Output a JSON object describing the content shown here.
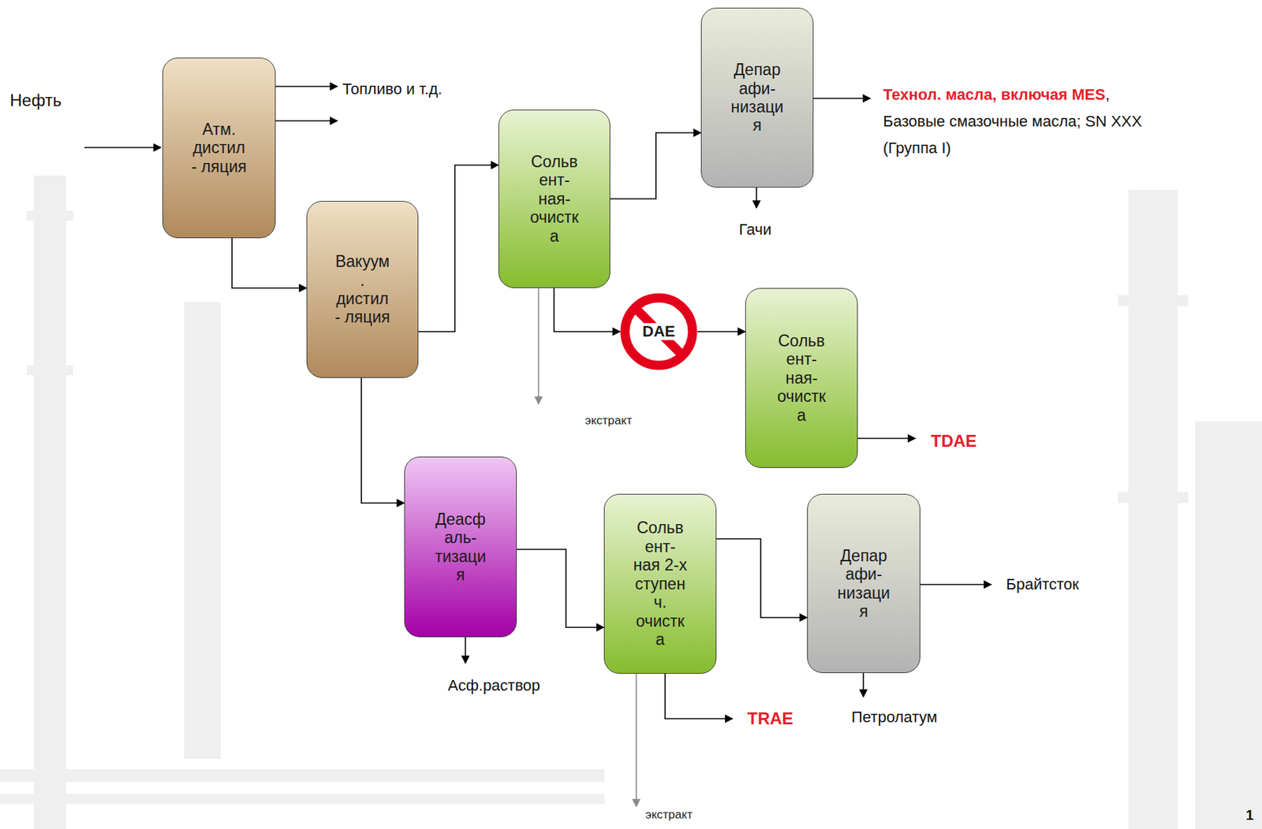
{
  "diagram": {
    "nodes": [
      {
        "text": [
          "Атм. дистил - ляция"
        ]
      },
      {
        "text": [
          "Вакуум . дистил - ляция"
        ]
      },
      {
        "text": [
          "Сольв ент- ная- очистк а"
        ]
      },
      {
        "text": [
          "Депар афи- низаци я"
        ]
      },
      {
        "text": [
          "DAE"
        ]
      },
      {
        "text": [
          "Сольв ент- ная- очистк а"
        ]
      },
      {
        "text": [
          "Деасф аль- тизаци я"
        ]
      },
      {
        "text": [
          "Сольв ент- ная 2-х ступен ч. очистк а"
        ]
      },
      {
        "text": [
          "Депар афи- низаци я"
        ]
      }
    ],
    "edges": [
      {
        "from": 0,
        "to": 1,
        "arrow": "to"
      },
      {
        "from": 1,
        "to": 2,
        "arrow": "to"
      },
      {
        "from": 2,
        "to": 3,
        "arrow": "to"
      },
      {
        "from": 2,
        "to": 4,
        "arrow": "to"
      },
      {
        "from": 4,
        "to": 5,
        "arrow": "to"
      },
      {
        "from": 1,
        "to": 6,
        "arrow": "to"
      },
      {
        "from": 6,
        "to": 7,
        "arrow": "to"
      },
      {
        "from": 7,
        "to": 8,
        "arrow": "to"
      }
    ],
    "labels": [
      "Нефть",
      "Топливо и т.д.",
      "Технол. масла, включая MES",
      ", Базовые смазочные масла; SN XXX (Группа I)",
      "Гачи",
      "экстракт",
      "TDAE",
      "Асф.раствор",
      "TRAE",
      "Петролатум",
      "Брайтсток",
      "экстракт",
      "1"
    ]
  }
}
